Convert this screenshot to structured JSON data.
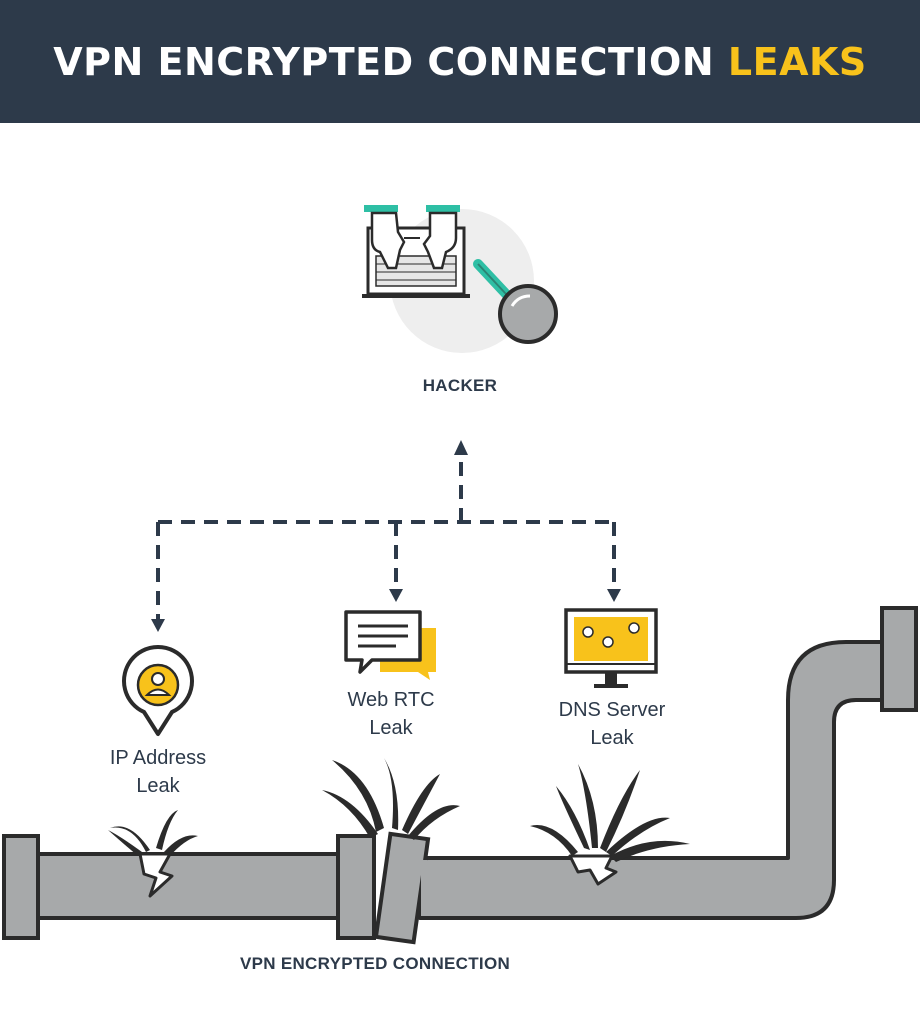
{
  "header": {
    "title_main": "VPN ENCRYPTED CONNECTION",
    "title_accent": "LEAKS"
  },
  "nodes": {
    "hacker": "HACKER",
    "ip_leak": [
      "IP Address",
      "Leak"
    ],
    "webrtc_leak": [
      "Web RTC",
      "Leak"
    ],
    "dns_leak": [
      "DNS Server",
      "Leak"
    ],
    "pipe": "VPN ENCRYPTED CONNECTION"
  },
  "colors": {
    "header_bg": "#2d3a4a",
    "accent": "#f8c21b",
    "teal": "#2ebfa5",
    "pipe": "#a7a9aa",
    "outline": "#2b2b2b"
  },
  "icons": [
    "laptop-icon",
    "hands-icon",
    "magnifier-icon",
    "location-pin-icon",
    "chat-bubble-icon",
    "monitor-map-icon",
    "leak-splash-icon",
    "arrow-icon"
  ]
}
